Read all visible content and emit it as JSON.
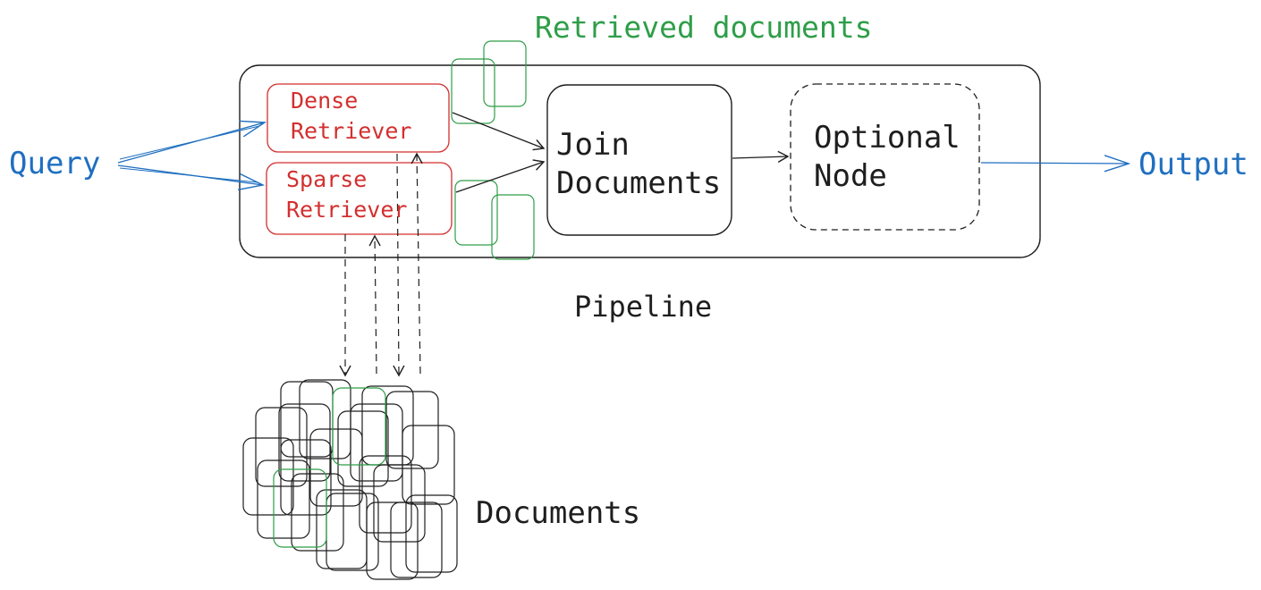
{
  "title": "Retrieved documents",
  "query_label": "Query",
  "output_label": "Output",
  "pipeline_label": "Pipeline",
  "documents_label": "Documents",
  "nodes": {
    "dense_retriever": [
      "Dense",
      "Retriever"
    ],
    "sparse_retriever": [
      "Sparse",
      "Retriever"
    ],
    "join_documents": [
      "Join",
      "Documents"
    ],
    "optional_node": [
      "Optional",
      "Node"
    ]
  },
  "colors": {
    "query_output": "#1f6fc0",
    "retrievers": "#d32f2f",
    "retrieved_docs": "#2e9e48",
    "ink": "#1e1e1e"
  }
}
